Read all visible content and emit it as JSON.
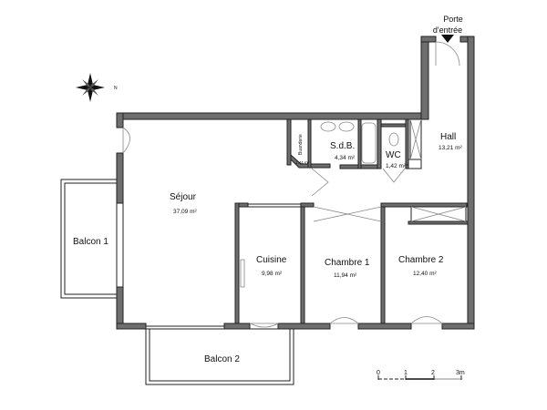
{
  "plan": {
    "entrance_label_line1": "Porte",
    "entrance_label_line2": "d'entrée",
    "compass_label": "N",
    "rooms": [
      {
        "name": "Hall",
        "area": "13,21 m²"
      },
      {
        "name": "Séjour",
        "area": "37,09 m²"
      },
      {
        "name": "Balcon 1",
        "area": ""
      },
      {
        "name": "Cuisine",
        "area": "9,98 m²"
      },
      {
        "name": "Chambre 1",
        "area": "11,94 m²"
      },
      {
        "name": "Chambre 2",
        "area": "12,40 m²"
      },
      {
        "name": "Balcon 2",
        "area": ""
      },
      {
        "name": "S.d.B.",
        "area": "4,34 m²"
      },
      {
        "name": "WC",
        "area": "1,42 m²"
      },
      {
        "name": "Buanderie",
        "area": "1,44 m²"
      }
    ],
    "scale": {
      "ticks": [
        "0",
        "1",
        "2",
        "3m"
      ]
    }
  },
  "colors": {
    "wall": "#6e6e6e",
    "outline": "#222222"
  }
}
